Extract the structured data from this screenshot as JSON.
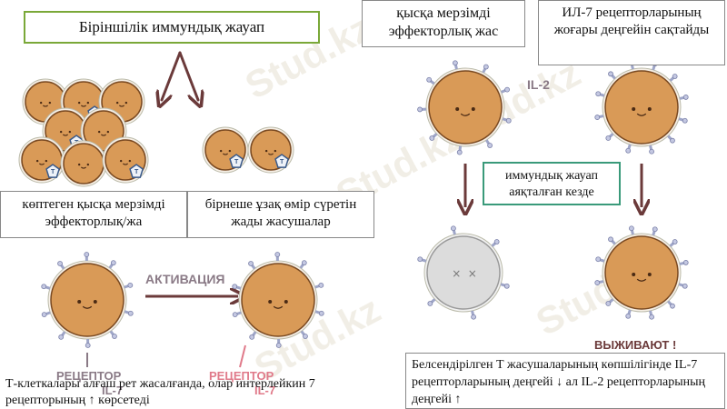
{
  "boxes": {
    "primary_response": "Біріншілік иммундық жауап",
    "short_effector": "қысқа мерзімді эффекторлық жас",
    "il7_maintain": "ИЛ-7 рецепторларының жоғары деңгейін сақтайды",
    "many_short_effector": "көптеген қысқа мерзімді эффекторлық/жа",
    "few_long_memory": "бірнеше ұзақ өмір сүретін жады жасушалар",
    "response_end": "иммундық жауап аяқталған кезде"
  },
  "labels": {
    "activation": "АКТИВАЦИЯ",
    "il2": "IL-2",
    "receptor_left": "РЕЦЕПТОР",
    "il7_left": "IL-7",
    "receptor_right": "РЕЦЕПТОР",
    "il7_right": "IL-7",
    "survive": "ВЫЖИВАЮТ !",
    "cell_t": "T"
  },
  "texts": {
    "bottom_left": "Т-клеткалары алғаш рет жасалғанда, олар интерлейкин 7 рецепторының ↑ көрсетеді",
    "bottom_right": "Белсендірілген Т жасушаларының көпшілігінде IL-7 рецепторларының деңгейі ↓ ал IL-2 рецепторларының деңгейі ↑"
  },
  "watermark": "Stud.kz",
  "colors": {
    "cell_fill": "#d99a57",
    "cell_stroke": "#7a4a22",
    "dead_cell": "#dcdcdc",
    "arrow": "#6b3a3a",
    "accent_box_border": "#7aa838",
    "green_box_border": "#3a9a7a",
    "label_gray": "#8a7a86",
    "receptor": "#9fa6c8",
    "pentagon": "#3a5a8a"
  }
}
